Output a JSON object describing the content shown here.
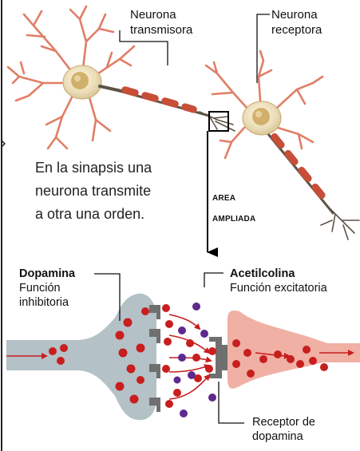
{
  "labels": {
    "transmitter_neuron": [
      "Neurona",
      "transmisora"
    ],
    "receiver_neuron": [
      "Neurona",
      "receptora"
    ],
    "caption": [
      "En la sinapsis una",
      "neurona transmite",
      "a otra una orden."
    ],
    "zoom_area": [
      "AREA",
      "AMPLIADA"
    ],
    "dopamine": {
      "name": "Dopamina",
      "function": [
        "Función",
        "inhibitoria"
      ]
    },
    "acetylcholine": {
      "name": "Acetilcolina",
      "function": "Función excitatoria"
    },
    "dopamine_receptor": [
      "Receptor de",
      "dopamina"
    ]
  },
  "colors": {
    "neuron_body": "#e9dcb5",
    "nucleus": "#cfae6a",
    "dendrite": "#e07e66",
    "myelin": "#c74e37",
    "axon": "#5e5446",
    "terminal_gray": "#b4c1c7",
    "terminal_pink": "#f0b0a4",
    "dopamine": "#c81e1e",
    "acetylcholine": "#5d2a8e",
    "receptor": "#6f6f6f",
    "arrow": "#c81e1e"
  }
}
